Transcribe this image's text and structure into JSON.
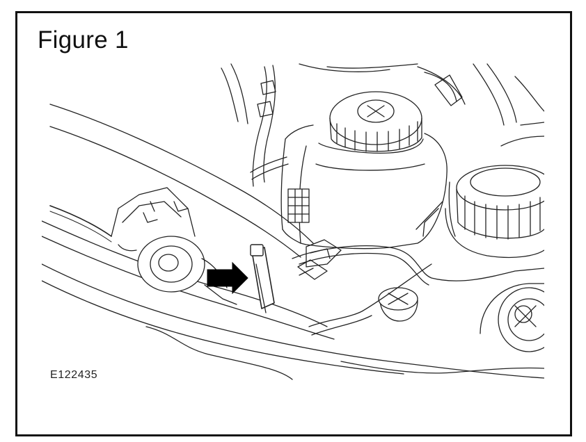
{
  "figure": {
    "title": "Figure 1",
    "reference_code": "E122435"
  },
  "illustration": {
    "subject": "engine bay line drawing with coolant expansion tank, reservoir caps, cross member and a pointer arrow toward a rod",
    "stroke_color": "#222222",
    "fill_color": "#ffffff",
    "arrow_color": "#000000",
    "icons": [
      "arrow-right-icon"
    ]
  }
}
